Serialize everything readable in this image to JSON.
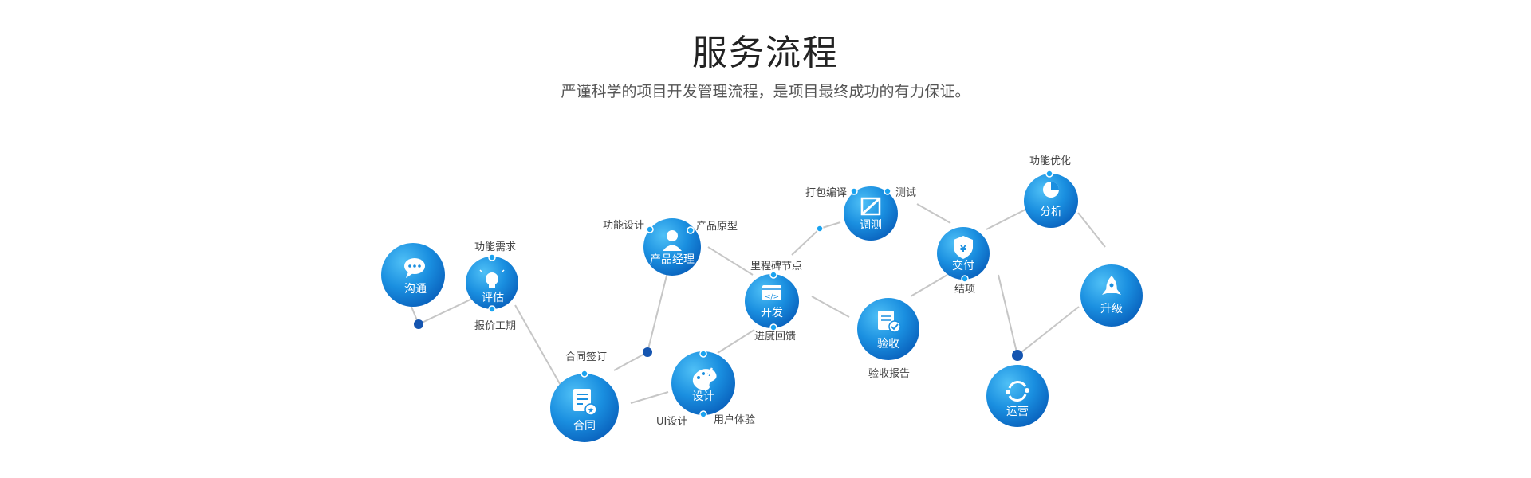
{
  "header": {
    "title": "服务流程",
    "subtitle": "严谨科学的项目开发管理流程，是项目最终成功的有力保证。"
  },
  "nodes": {
    "goutong": "沟通",
    "pinggu": "评估",
    "hetong": "合同",
    "chanpin": "产品经理",
    "sheji": "设计",
    "kaifa": "开发",
    "tiaoce": "调测",
    "yanshou": "验收",
    "jiaofu": "交付",
    "fenxi": "分析",
    "shengji": "升级",
    "yunying": "运营"
  },
  "annotations": {
    "gongneng_xuqiu": "功能需求",
    "baojia_gongqi": "报价工期",
    "hetong_qianding": "合同签订",
    "gongneng_sheji": "功能设计",
    "chanpin_yuanxing": "产品原型",
    "ui_sheji": "UI设计",
    "yonghu_tiyan": "用户体验",
    "lichengbei": "里程碑节点",
    "jindu_huikui": "进度回馈",
    "dabao_bianyi": "打包编译",
    "ceshi": "测试",
    "yanshou_baogao": "验收报告",
    "jiexiang": "结项",
    "gongneng_youhua": "功能优化"
  },
  "icons": {
    "goutong": "chat-bubble-icon",
    "pinggu": "lightbulb-icon",
    "hetong": "document-icon",
    "chanpin": "user-icon",
    "sheji": "palette-icon",
    "kaifa": "code-window-icon",
    "tiaoce": "pencil-square-icon",
    "yanshou": "clipboard-check-icon",
    "jiaofu": "shield-yen-icon",
    "fenxi": "pie-chart-icon",
    "shengji": "rocket-icon",
    "yunying": "cycle-arrows-icon"
  },
  "colors": {
    "node_dark": "#0a6fc9",
    "node_light": "#3cb2f3",
    "connector": "#c6c6c6",
    "junction": "#1555b0",
    "tip": "#1aa3f0"
  }
}
